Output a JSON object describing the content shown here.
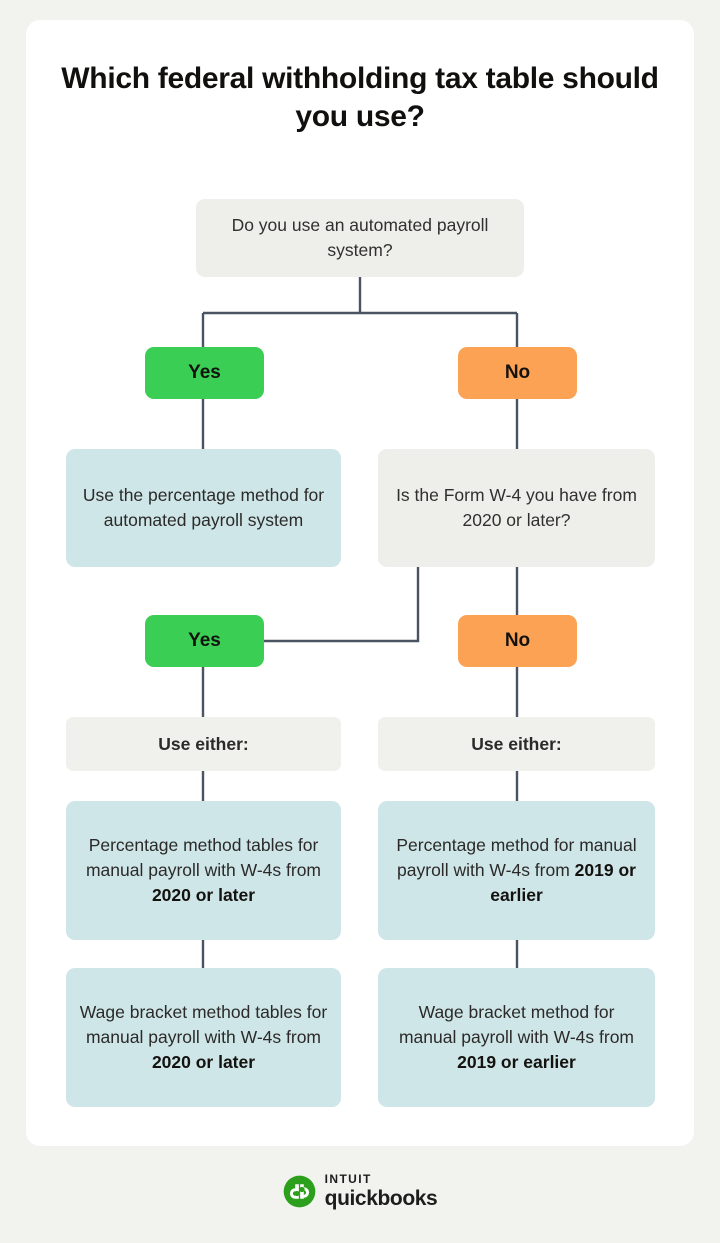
{
  "page": {
    "background_color": "#f2f2ee",
    "card_color": "#ffffff"
  },
  "title": "Which federal withholding tax table should you use?",
  "colors": {
    "yes_green": "#3ace55",
    "no_orange": "#fba254",
    "outcome_blue": "#cfe6e9",
    "question_grey": "#eeeeeb",
    "connector_line": "#4a5362",
    "logo_green": "#2ca01c"
  },
  "flowchart": {
    "type": "decision-tree",
    "root_question": "Do you use an automated payroll system?",
    "branches": {
      "level1_yes_label": "Yes",
      "level1_no_label": "No",
      "level2_yes_label": "Yes",
      "level2_no_label": "No"
    },
    "nodes": {
      "q1": "Do you use an automated payroll system?",
      "yes1_outcome": "Use the percentage method for automated payroll system",
      "q2": "Is the Form W-4 you have from 2020 or later?",
      "use_either_left": "Use either:",
      "use_either_right": "Use either:",
      "left_outcome_1_normal": "Percentage method tables for manual payroll with W-4s from ",
      "left_outcome_1_bold": "2020 or later",
      "left_outcome_2_normal": "Wage bracket method tables for manual payroll with W-4s from ",
      "left_outcome_2_bold": "2020 or later",
      "right_outcome_1_normal": "Percentage method for manual payroll with W-4s from ",
      "right_outcome_1_bold": "2019 or earlier",
      "right_outcome_2_normal": "Wage bracket method for manual payroll with W-4s from ",
      "right_outcome_2_bold": "2019 or earlier"
    }
  },
  "footer": {
    "brand_top": "INTUIT",
    "brand_bottom": "quickbooks",
    "logo_icon": "quickbooks-qb-monogram"
  }
}
